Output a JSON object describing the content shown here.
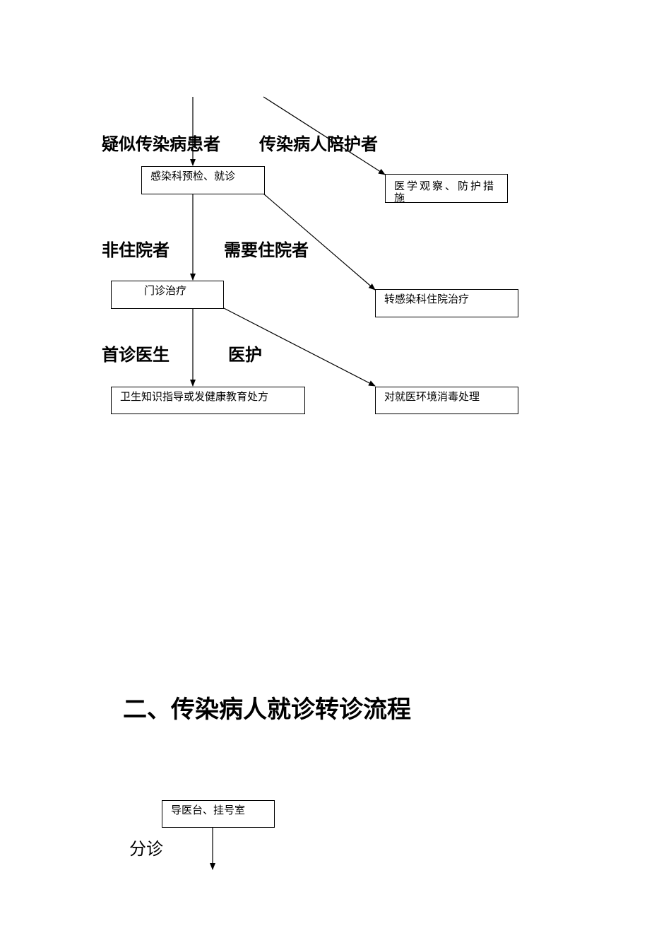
{
  "diagram1": {
    "labels": {
      "suspected": "疑似传染病患者",
      "companion": "传染病人陪护者",
      "non_inpatient": "非住院者",
      "need_inpatient": "需要住院者",
      "first_doctor": "首诊医生",
      "nursing": "医护"
    },
    "boxes": {
      "precheck": "感染科预检、就诊",
      "observation": "医学观察、防护措施",
      "outpatient": "门诊治疗",
      "transfer": "转感染科住院治疗",
      "health_edu": "卫生知识指导或发健康教育处方",
      "disinfection": "对就医环境消毒处理"
    }
  },
  "section2": {
    "title": "二、传染病人就诊转诊流程",
    "boxes": {
      "guide_desk": "导医台、挂号室"
    },
    "labels": {
      "triage": "分诊"
    }
  }
}
